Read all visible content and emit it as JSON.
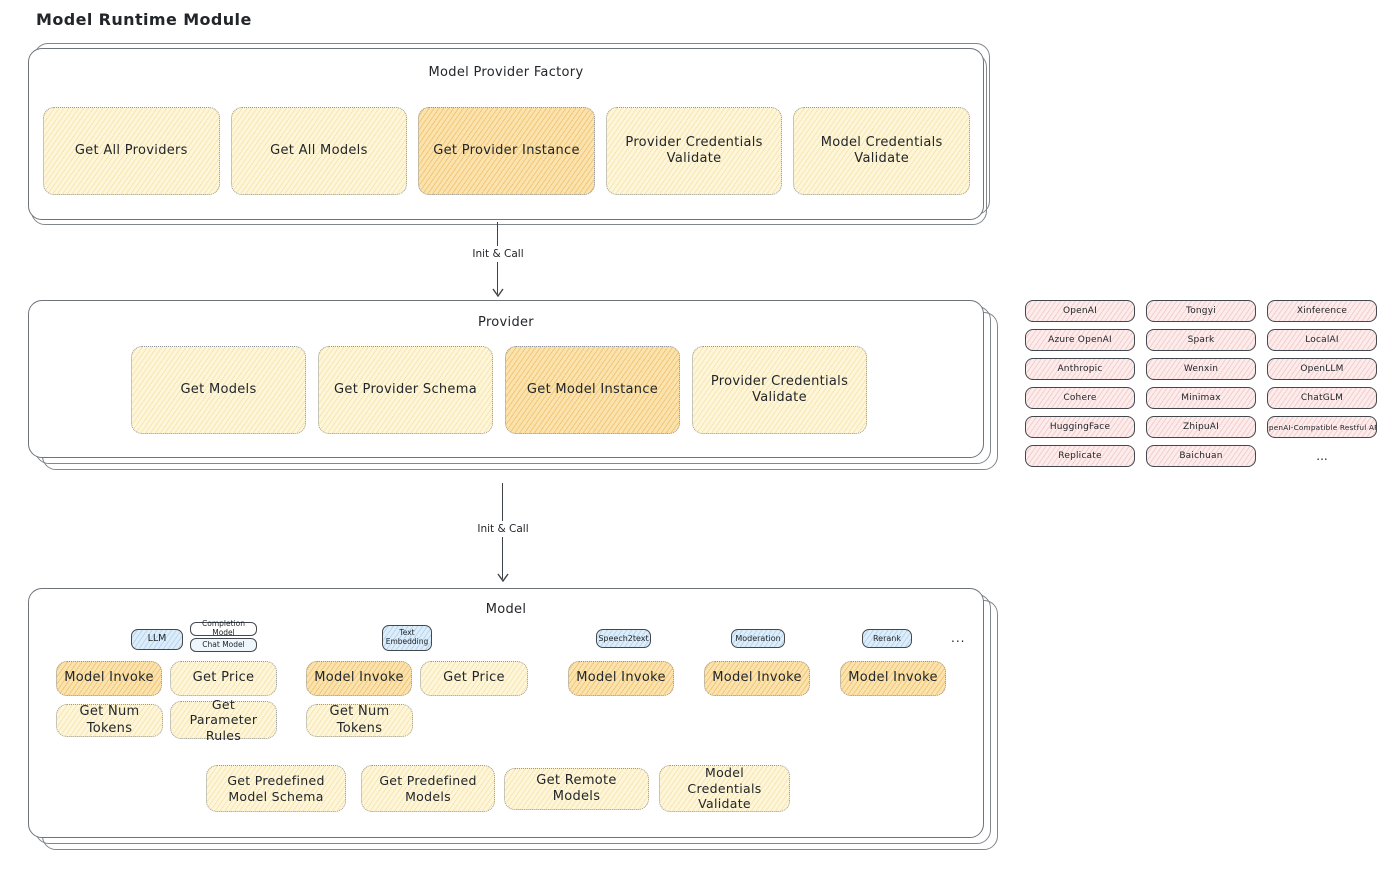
{
  "page_title": "Model Runtime Module",
  "factory": {
    "title": "Model Provider Factory",
    "ops": [
      "Get All Providers",
      "Get All Models",
      "Get Provider Instance",
      "Provider Credentials Validate",
      "Model Credentials Validate"
    ]
  },
  "arrows": {
    "label1": "Init & Call",
    "label2": "Init & Call"
  },
  "provider": {
    "title": "Provider",
    "ops": [
      "Get Models",
      "Get Provider Schema",
      "Get Model Instance",
      "Provider Credentials Validate"
    ]
  },
  "providers_list": {
    "items": [
      "OpenAI",
      "Tongyi",
      "Xinference",
      "Azure OpenAI",
      "Spark",
      "LocalAI",
      "Anthropic",
      "Wenxin",
      "OpenLLM",
      "Cohere",
      "Minimax",
      "ChatGLM",
      "HuggingFace",
      "ZhipuAI",
      "OpenAI-Compatible Restful API",
      "Replicate",
      "Baichuan"
    ],
    "more_label": "..."
  },
  "model": {
    "title": "Model",
    "tags": {
      "llm": "LLM",
      "completion": "Completion Model",
      "chat": "Chat Model",
      "text_embedding": "Text Embedding",
      "speech2text": "Speech2text",
      "moderation": "Moderation",
      "rerank": "Rerank",
      "more": "..."
    },
    "ops": {
      "llm_invoke": "Model Invoke",
      "llm_price": "Get Price",
      "llm_tokens": "Get Num Tokens",
      "llm_rules": "Get Parameter Rules",
      "emb_invoke": "Model Invoke",
      "emb_price": "Get Price",
      "emb_tokens": "Get Num Tokens",
      "speech_invoke": "Model Invoke",
      "moderation_invoke": "Model Invoke",
      "rerank_invoke": "Model Invoke",
      "predefined_schema": "Get Predefined Model Schema",
      "predefined_models": "Get Predefined Models",
      "remote_models": "Get Remote Models",
      "credentials_validate": "Model Credentials Validate"
    }
  },
  "colors": {
    "highlight_fill": "#f6d289",
    "cream_fill": "#fdf6da",
    "pink_fill": "#fcecec",
    "blue_fill": "#ddedfa",
    "border_gray": "#6f7479",
    "ink": "#22262a"
  }
}
